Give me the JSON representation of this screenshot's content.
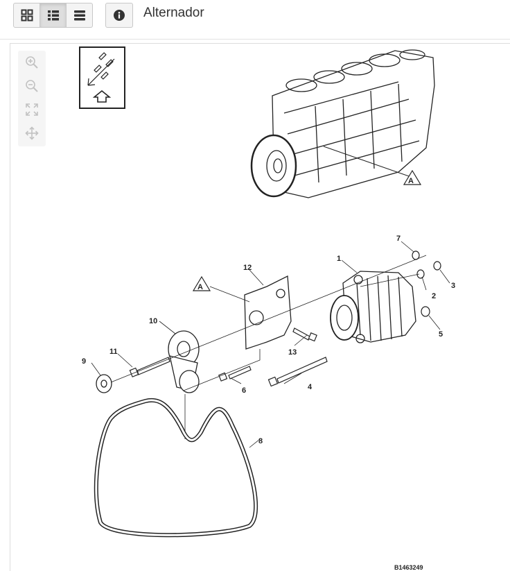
{
  "toolbar": {
    "view_buttons": [
      {
        "name": "grid-view-icon",
        "active": false
      },
      {
        "name": "list-view-icon",
        "active": true
      },
      {
        "name": "menu-view-icon",
        "active": false
      }
    ],
    "info_icon": "info-icon"
  },
  "page": {
    "title": "Alternador"
  },
  "viewer": {
    "controls": [
      "zoom-in-icon",
      "zoom-out-icon",
      "fit-screen-icon",
      "pan-icon"
    ],
    "reference_code": "B1463249",
    "callouts": [
      "1",
      "2",
      "3",
      "4",
      "5",
      "6",
      "7",
      "8",
      "9",
      "10",
      "11",
      "12",
      "13"
    ],
    "markers": [
      "A",
      "A"
    ]
  },
  "colors": {
    "line": "#222222",
    "button_bg": "#f4f4f4",
    "panel_bg": "#f5f5f5"
  }
}
